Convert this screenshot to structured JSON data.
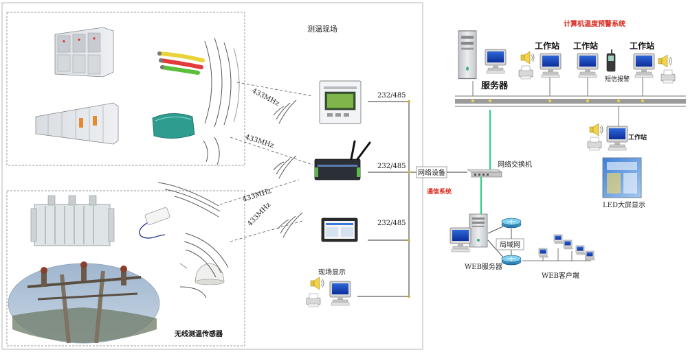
{
  "site": {
    "title": "测温现场",
    "sensor_label": "无线测温传感器",
    "frequency_labels": [
      "433MHz",
      "433MHz",
      "433MHz",
      "433MHz"
    ],
    "interface_labels": [
      "232/485",
      "232/485",
      "232/485"
    ],
    "field_display_label": "现场显示"
  },
  "network": {
    "network_device_label": "网络设备",
    "comm_system_label": "通信系统",
    "switch_label": "网络交换机",
    "lan_label": "局域网",
    "web_server_label": "WEB服务器",
    "web_client_label": "WEB客户端"
  },
  "control": {
    "system_title": "计算机温度预警系统",
    "server_label": "服务器",
    "workstation_labels": [
      "工作站",
      "工作站",
      "工作站",
      "工作站"
    ],
    "sms_label": "短信报警",
    "led_label": "LED大屏显示"
  },
  "colors": {
    "accent_red": "#d8261a",
    "link_green": "#33cc88",
    "bus_gray": "#8c8c8c"
  }
}
